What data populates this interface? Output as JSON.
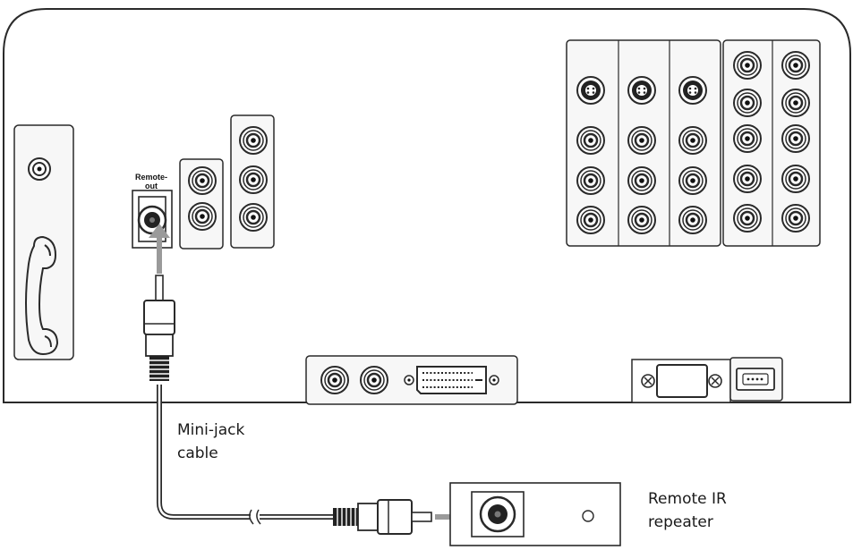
{
  "labels": {
    "remote_out": "Remote-out",
    "cable_line1": "Mini-jack",
    "cable_line2": "cable",
    "repeater_line1": "Remote IR",
    "repeater_line2": "repeater"
  },
  "colors": {
    "line": "#2a2a2a",
    "panel_fill": "#f7f7f7",
    "arrow": "#9a9a9a",
    "background": "#ffffff"
  },
  "icons": [
    "coax-connector-icon",
    "phone-handset-icon",
    "s-video-jack-icon",
    "rca-jack-icon",
    "dvi-connector-icon",
    "serial-port-icon",
    "usb-port-icon",
    "mini-jack-plug-icon",
    "ir-sensor-icon"
  ]
}
